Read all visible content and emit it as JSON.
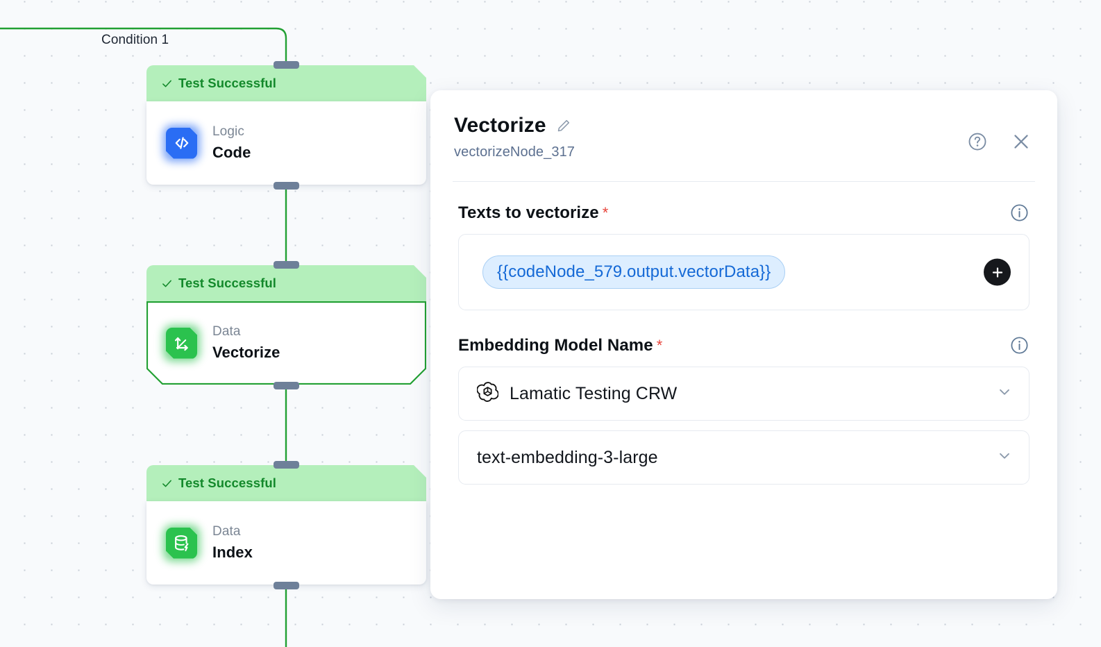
{
  "canvas": {
    "edge_label": "Condition 1",
    "edge_color": "#22a033",
    "background": "#f8fafc"
  },
  "nodes": [
    {
      "id": "code",
      "status": "Test Successful",
      "kind": "Logic",
      "title": "Code",
      "icon": "code-brackets-icon",
      "icon_color": "#2a6df4",
      "selected": false
    },
    {
      "id": "vectorize",
      "status": "Test Successful",
      "kind": "Data",
      "title": "Vectorize",
      "icon": "vector-arrows-icon",
      "icon_color": "#2bc24e",
      "selected": true
    },
    {
      "id": "index",
      "status": "Test Successful",
      "kind": "Data",
      "title": "Index",
      "icon": "database-bolt-icon",
      "icon_color": "#2bc24e",
      "selected": false
    }
  ],
  "panel": {
    "title": "Vectorize",
    "subtitle": "vectorizeNode_317",
    "edit_icon": "pencil-icon",
    "help_icon": "question-circle-icon",
    "close_icon": "close-icon",
    "fields": {
      "texts": {
        "label": "Texts to vectorize",
        "required_mark": "*",
        "info_icon": "info-circle-icon",
        "token": "{{codeNode_579.output.vectorData}}",
        "add_icon": "plus-icon"
      },
      "embedding": {
        "label": "Embedding Model Name",
        "required_mark": "*",
        "info_icon": "info-circle-icon",
        "provider_icon": "openai-logo-icon",
        "provider_value": "Lamatic Testing CRW",
        "model_value": "text-embedding-3-large",
        "chevron_icon": "chevron-down-icon"
      }
    }
  },
  "colors": {
    "accent_green": "#22a033",
    "status_bg": "#b4efbb",
    "status_text": "#13892b",
    "token_text": "#1569d6",
    "required": "#e8453c"
  }
}
